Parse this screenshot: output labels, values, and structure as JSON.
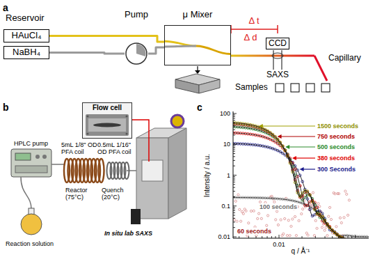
{
  "diagram": {
    "nodes": [
      {
        "text": [
          "HAuCl₄"
        ]
      },
      {
        "text": [
          "NaBH₄"
        ]
      },
      {
        "text": [
          "Pump"
        ]
      },
      {
        "text": [
          "μ Mixer"
        ]
      },
      {
        "text": [
          "CCD"
        ]
      },
      {
        "text": [
          "Flow cell"
        ]
      }
    ],
    "edges": [
      {
        "from": 0,
        "to": 3,
        "arrow": "none"
      },
      {
        "from": 1,
        "to": 2,
        "arrow": "none"
      },
      {
        "from": 2,
        "to": 3,
        "arrow": "none"
      }
    ],
    "labels": [
      "a",
      "Reservoir",
      "Δ t",
      "Δ d",
      "SAXS",
      "Capillary",
      "Samples",
      "b",
      "HPLC pump",
      "Reaction solution",
      "5mL 1/8\" OD PFA coil",
      "Reactor (75°C)",
      "0.5mL 1/16\" OD PFA coil",
      "Quench (20°C)",
      "In situ lab SAXS",
      "c",
      "1500 seconds",
      "750 seconds",
      "500 seconds",
      "380 seconds",
      "300 Seconds",
      "100 seconds",
      "60 seconds",
      "Intensity / a.u.",
      "q / Å⁻¹",
      "100",
      "10",
      "1",
      "0.1",
      "0.01",
      "0.01"
    ]
  }
}
